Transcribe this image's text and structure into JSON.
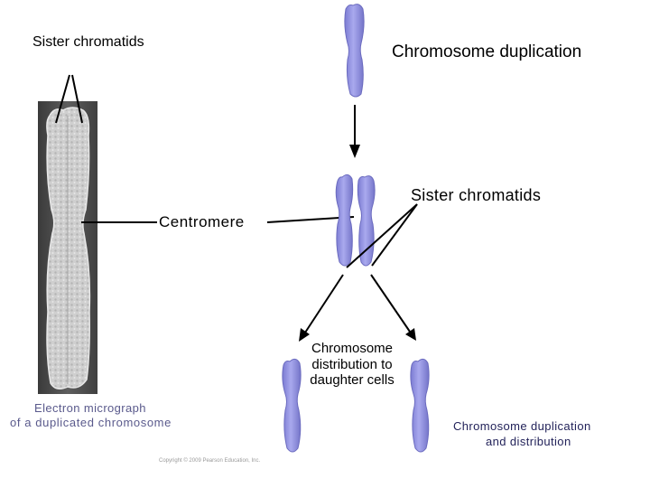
{
  "labels": {
    "sister_chromatids_top": "Sister chromatids",
    "chromosome_duplication_top": "Chromosome duplication",
    "sister_chromatids_right": "Sister  chromatids",
    "centromere": "Centromere",
    "distribution": "Chromosome distribution to daughter cells",
    "electron_micrograph_line1": "Electron micrograph",
    "electron_micrograph_line2": "of a duplicated chromosome",
    "caption_line1": "Chromosome duplication",
    "caption_line2": "and distribution",
    "copyright": "Copyright © 2009 Pearson Education, Inc."
  },
  "colors": {
    "chromosome_fill": "#8f8fdf",
    "chromosome_edge": "#6b6bbf",
    "chromosome_highlight": "#b7b7f2",
    "micrograph_bg": "#4a4a4a",
    "micrograph_chromosome": "#cfcfcf"
  }
}
